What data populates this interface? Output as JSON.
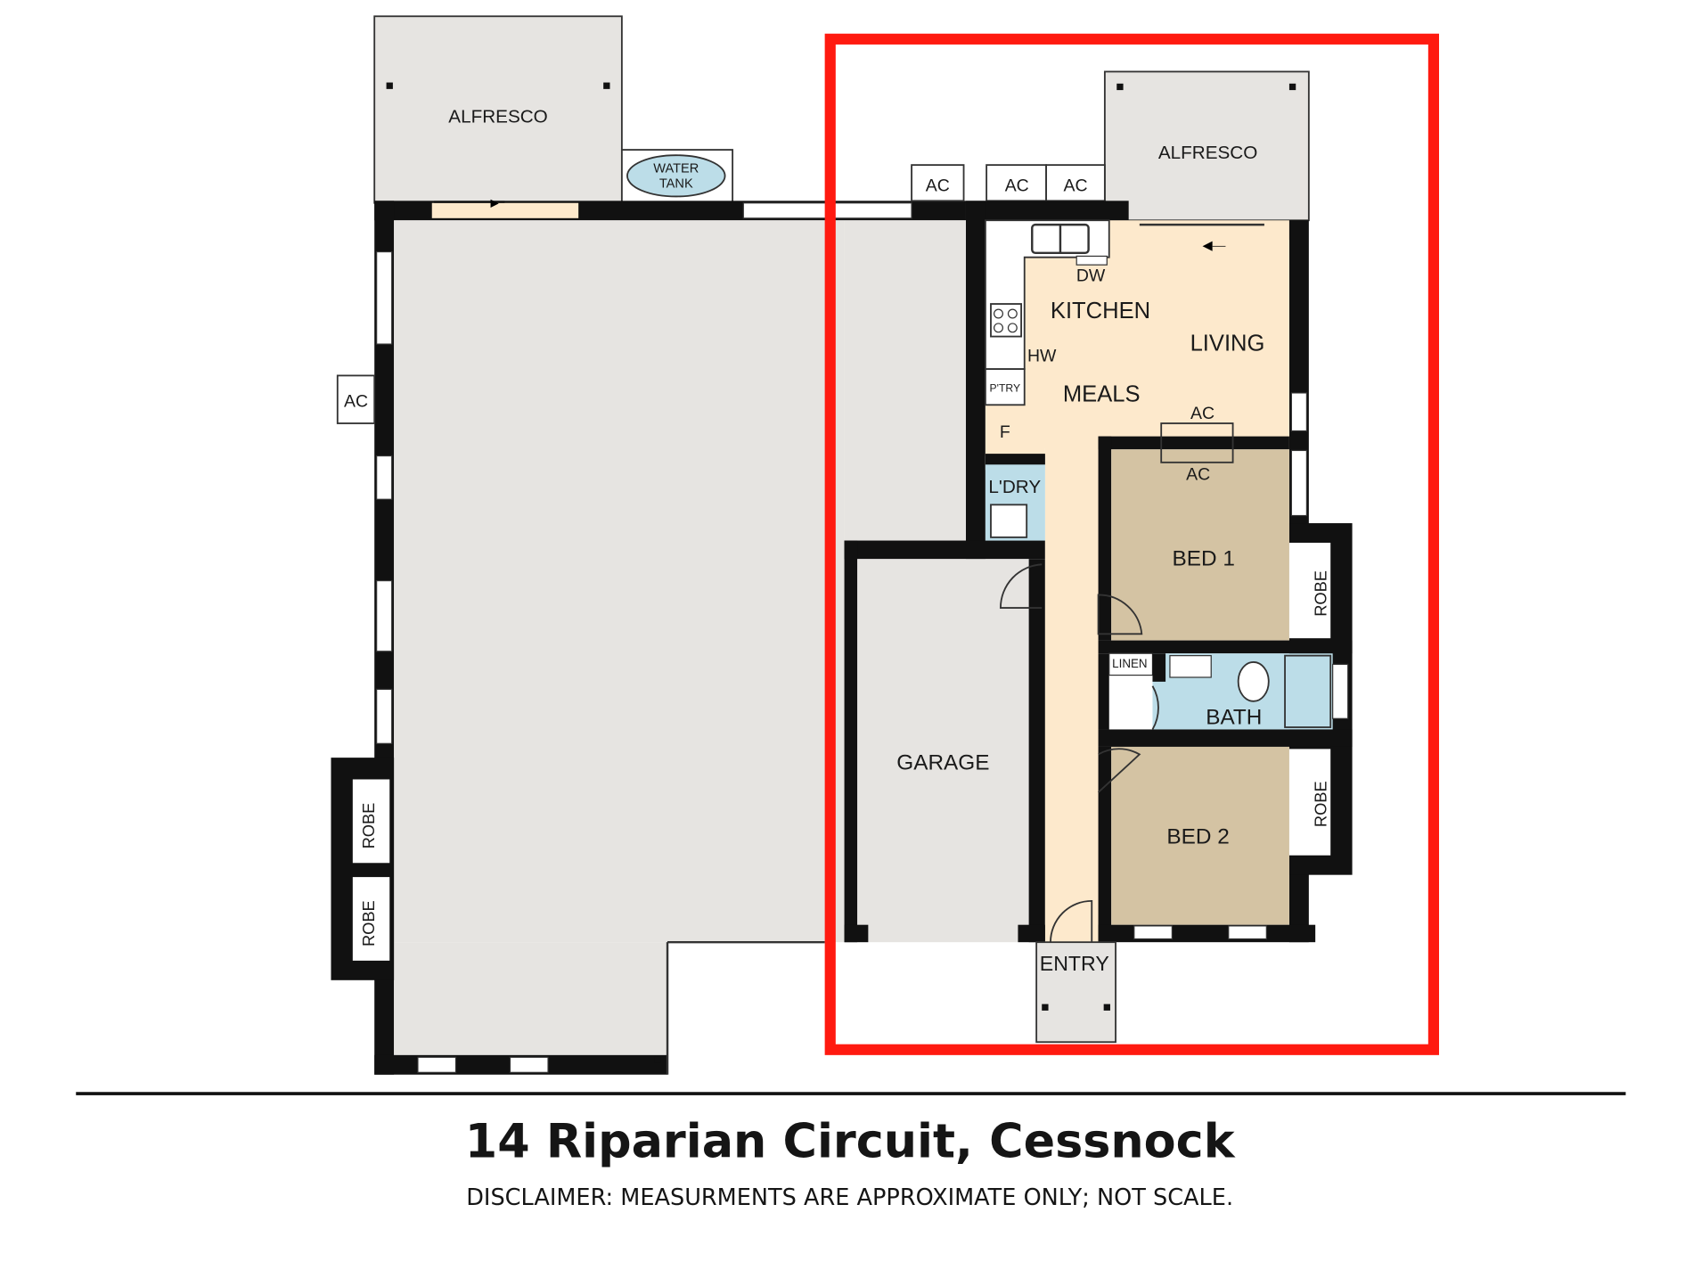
{
  "rooms": {
    "alfresco_left": "ALFRESCO",
    "water_tank_line1": "WATER",
    "water_tank_line2": "TANK",
    "alfresco_right": "ALFRESCO",
    "kitchen": "KITCHEN",
    "living": "LIVING",
    "meals": "MEALS",
    "laundry": "L'DRY",
    "bed1": "BED 1",
    "bed2": "BED 2",
    "bath": "BATH",
    "linen": "LINEN",
    "garage": "GARAGE",
    "entry": "ENTRY",
    "robe": "ROBE",
    "pantry": "P'TRY"
  },
  "fixtures": {
    "ac": "AC",
    "dw": "DW",
    "hw": "HW",
    "fridge": "F"
  },
  "footer": {
    "title": "14 Riparian Circuit, Cessnock",
    "disclaimer": "DISCLAIMER: MEASURMENTS ARE APPROXIMATE ONLY; NOT SCALE."
  },
  "colors": {
    "highlight": "#ff1a10",
    "living_fill": "#fde9cc",
    "bed_fill": "#d4c3a3",
    "wet_fill": "#bcdde8",
    "outdoor_fill": "#e6e4e1"
  }
}
